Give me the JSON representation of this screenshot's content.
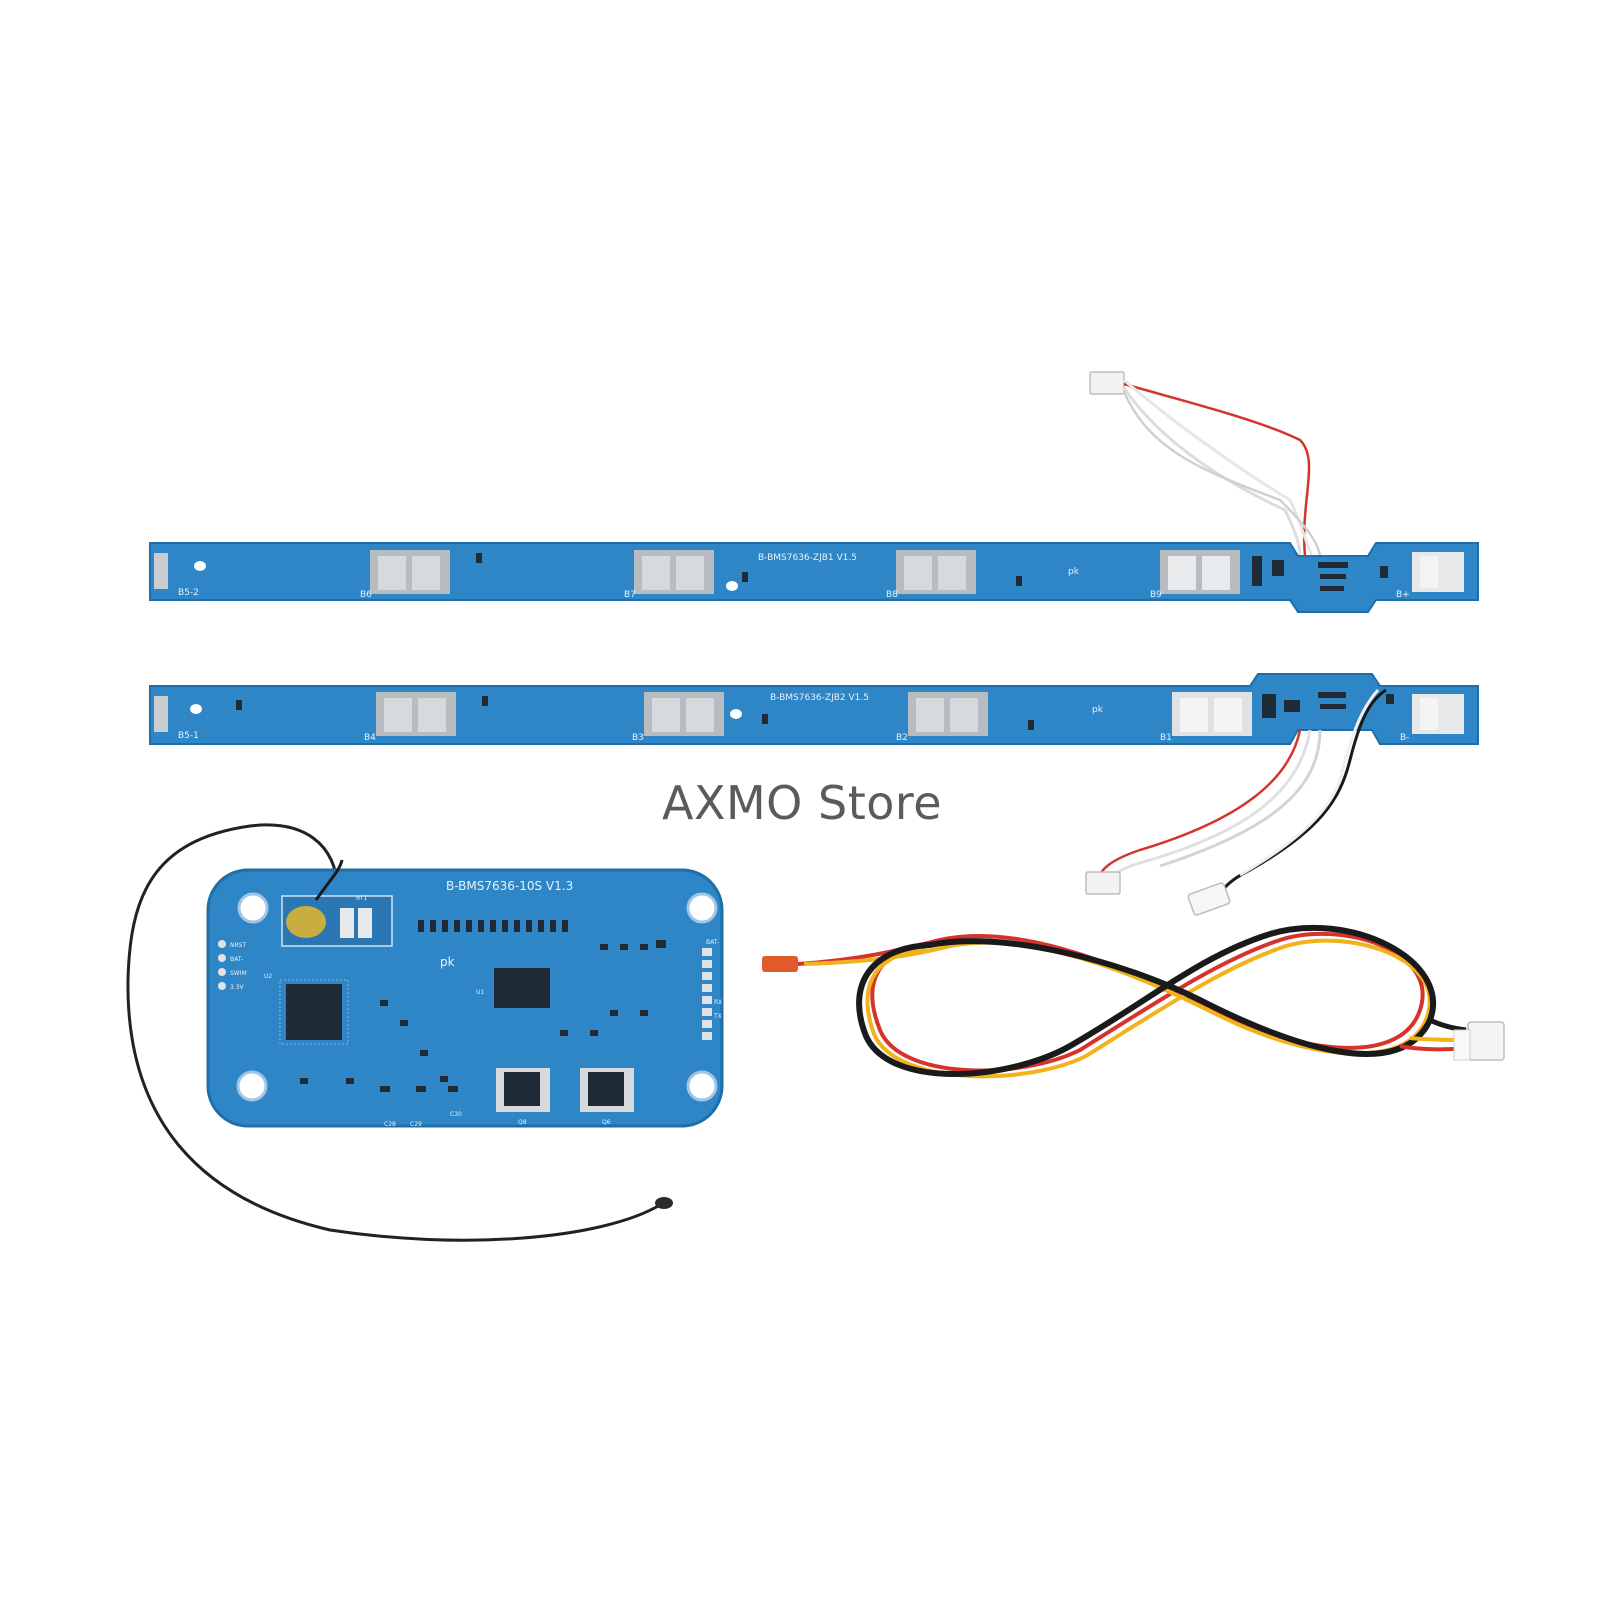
{
  "watermark": "AXMO Store",
  "strip_top": {
    "model": "B-BMS7636-ZJB1 V1.5",
    "pads": [
      "B5-2",
      "B6",
      "B7",
      "B8",
      "B9",
      "B+"
    ],
    "pk": "pk"
  },
  "strip_bottom": {
    "model": "B-BMS7636-ZJB2 V1.5",
    "pads": [
      "B5-1",
      "B4",
      "B3",
      "B2",
      "B1",
      "B-"
    ],
    "pk": "pk"
  },
  "main_board": {
    "model": "B-BMS7636-10S V1.3",
    "pk": "pk",
    "left_labels": [
      "NRST",
      "BAT-",
      "SWIM",
      "3.3V"
    ],
    "right_labels": [
      "BAT-",
      "RX",
      "TX"
    ],
    "rt": "RT1",
    "mosfets": [
      "Q8",
      "Q6"
    ],
    "caps": [
      "C28",
      "C29",
      "C30"
    ],
    "u": [
      "U1",
      "U2"
    ]
  },
  "colors": {
    "pcb": "#2f86c6",
    "pcb_dark": "#1f6ea9",
    "pad": "#c9ccd0",
    "wire_red": "#d6332b",
    "wire_yellow": "#f2b21b",
    "wire_black": "#1a1a1a",
    "wire_white": "#f4f4f4"
  }
}
